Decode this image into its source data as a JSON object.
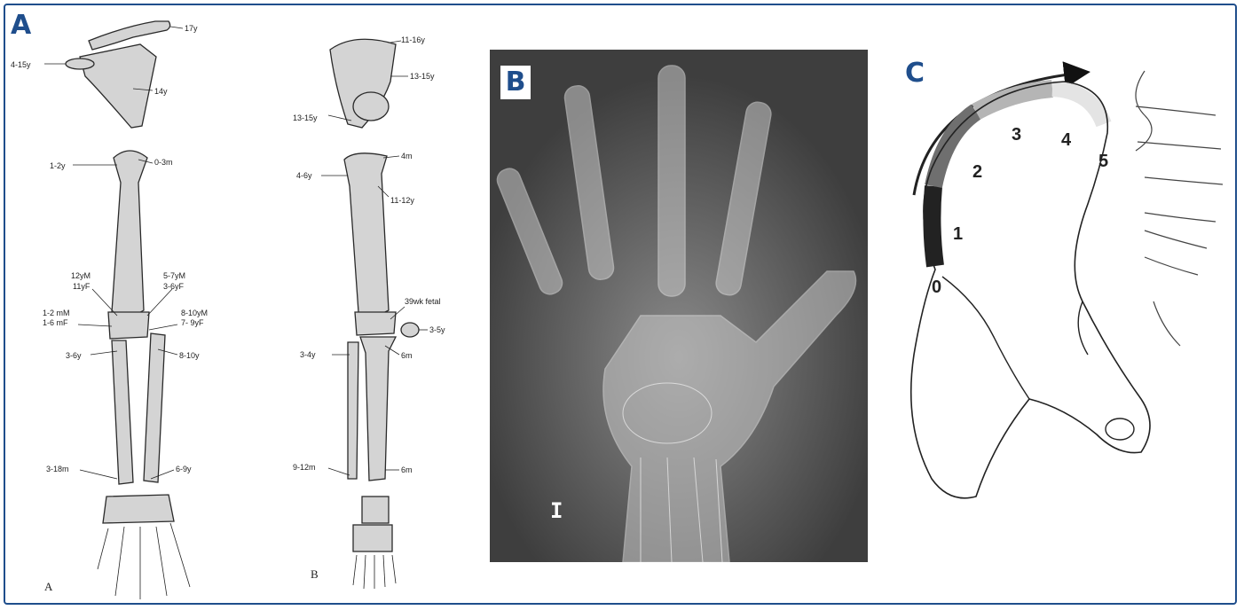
{
  "panels": {
    "A": {
      "letter": "A",
      "upper_limb_label": "A",
      "lower_limb_label": "B",
      "upper_limb_annotations": [
        "17y",
        "4-15y",
        "14y",
        "1-2y",
        "0-3m",
        "12yM",
        "11yF",
        "5-7yM",
        "3-6yF",
        "1-2 mM",
        "1-6 mF",
        "8-10yM",
        "7- 9yF",
        "3-6y",
        "8-10y",
        "3-18m",
        "6-9y"
      ],
      "lower_limb_annotations": [
        "11-16y",
        "13-15y",
        "13-15y",
        "4m",
        "4-6y",
        "11-12y",
        "39wk fetal",
        "3-5y",
        "3-4y",
        "6m",
        "9-12m",
        "6m"
      ]
    },
    "B": {
      "letter": "B",
      "scale_marker": "I"
    },
    "C": {
      "letter": "C",
      "risser_stages": [
        "0",
        "1",
        "2",
        "3",
        "4",
        "5"
      ]
    }
  },
  "colors": {
    "accent": "#1f4e8c",
    "bone_fill": "#d4d4d4",
    "xray_background": "#4a4a4a"
  }
}
